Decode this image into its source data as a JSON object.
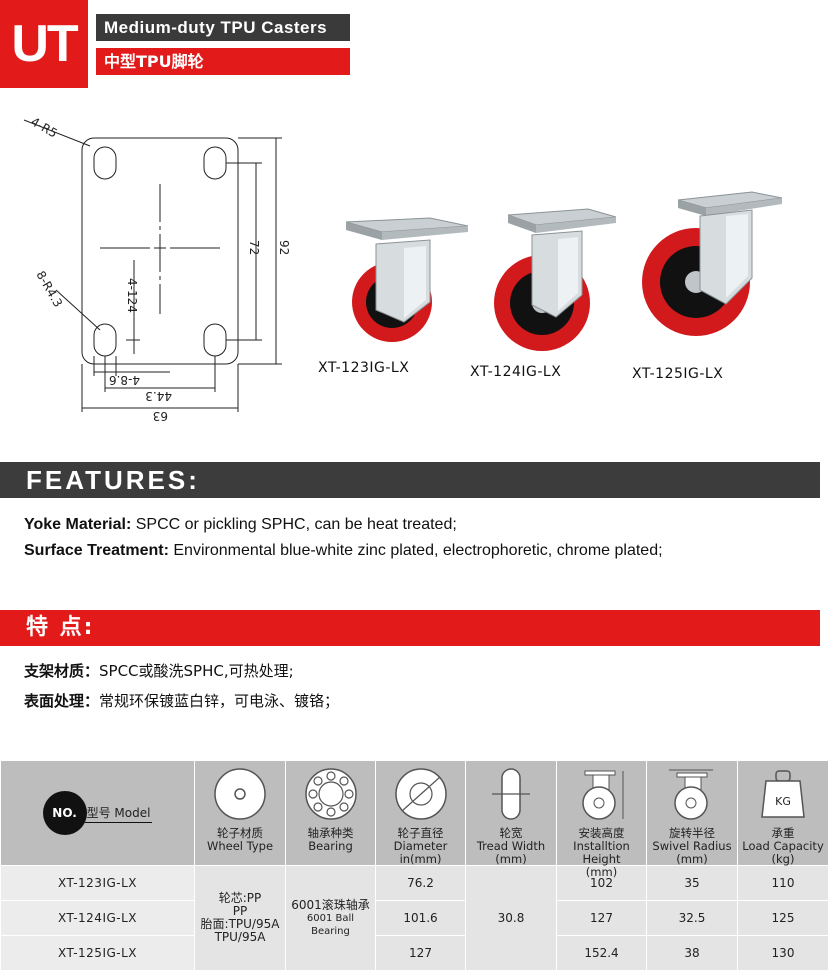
{
  "header": {
    "logo_text": "UT",
    "title_en": "Medium-duty TPU Casters",
    "title_cn": "中型TPU脚轮"
  },
  "drawing": {
    "dimensions": {
      "corner_radius": "4-R5",
      "slot_radius": "8-R4.3",
      "hole_spacing_v": "4-124",
      "hole_spacing_h": "4-8.6",
      "inner_height": "72",
      "outer_height": "92",
      "inner_width": "44.3",
      "outer_width": "63"
    }
  },
  "products": [
    {
      "label": "XT-123IG-LX"
    },
    {
      "label": "XT-124IG-LX"
    },
    {
      "label": "XT-125IG-LX"
    }
  ],
  "features": {
    "heading": "FEATURES:",
    "lines": [
      {
        "key": "Yoke Material:",
        "value": " SPCC or pickling SPHC, can be heat treated;"
      },
      {
        "key": "Surface Treatment:",
        "value": " Environmental blue-white zinc plated, electrophoretic, chrome plated;"
      }
    ]
  },
  "features_cn": {
    "heading": "特  点:",
    "lines": [
      {
        "key": "支架材质：",
        "value": "SPCC或酸洗SPHC,可热处理;"
      },
      {
        "key": "表面处理：",
        "value": "常规环保镀蓝白锌，可电泳、镀铬；"
      }
    ]
  },
  "table": {
    "badge": "NO.",
    "model_header": "型号 Model",
    "columns": [
      {
        "cn": "轮子材质",
        "en": "Wheel Type",
        "unit": "",
        "icon": "wheel-icon"
      },
      {
        "cn": "轴承种类",
        "en": "Bearing",
        "unit": "",
        "icon": "bearing-icon"
      },
      {
        "cn": "轮子直径",
        "en": "Diameter",
        "unit": "in(mm)",
        "icon": "diameter-icon"
      },
      {
        "cn": "轮宽",
        "en": "Tread Width",
        "unit": "(mm)",
        "icon": "tread-width-icon"
      },
      {
        "cn": "安装高度",
        "en": "Installtion Height",
        "unit": "(mm)",
        "icon": "installation-height-icon"
      },
      {
        "cn": "旋转半径",
        "en": "Swivel Radius",
        "unit": "(mm)",
        "icon": "swivel-radius-icon"
      },
      {
        "cn": "承重",
        "en": "Load Capacity",
        "unit": "(kg)",
        "icon": "kg-weight-icon"
      }
    ],
    "kg_icon_text": "KG",
    "wheel_type": [
      "轮芯:PP",
      "PP",
      "胎面:TPU/95A",
      "TPU/95A"
    ],
    "bearing": [
      "6001滚珠轴承",
      "6001 Ball Bearing"
    ],
    "tread_width": "30.8",
    "rows": [
      {
        "model": "XT-123IG-LX",
        "diameter": "76.2",
        "height": "102",
        "radius": "35",
        "load": "110"
      },
      {
        "model": "XT-124IG-LX",
        "diameter": "101.6",
        "height": "127",
        "radius": "32.5",
        "load": "125"
      },
      {
        "model": "XT-125IG-LX",
        "diameter": "127",
        "height": "152.4",
        "radius": "38",
        "load": "130"
      }
    ]
  },
  "colors": {
    "brand_red": "#e21a1a",
    "dark_bar": "#3c3c3c",
    "table_header": "#bdbdbd",
    "table_cell": "#e4e4e4"
  }
}
